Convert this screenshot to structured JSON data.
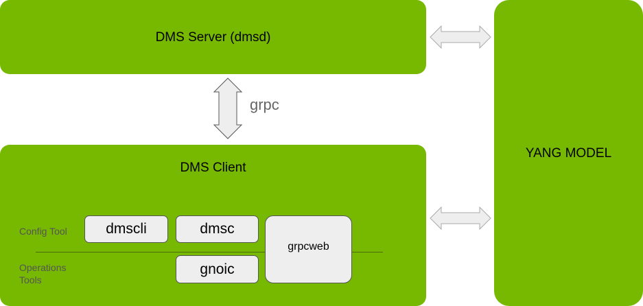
{
  "server": {
    "title": "DMS Server (dmsd)"
  },
  "grpc_label": "grpc",
  "client": {
    "title": "DMS Client",
    "row_labels": {
      "config": "Config Tool",
      "operations_line1": "Operations",
      "operations_line2": "Tools"
    },
    "tools": {
      "dmscli": "dmscli",
      "dmsc": "dmsc",
      "gnoic": "gnoic",
      "grpcweb": "grpcweb"
    }
  },
  "yang": {
    "title": "YANG MODEL"
  },
  "colors": {
    "green": "#76b900",
    "tool_box": "#eeeeee"
  }
}
